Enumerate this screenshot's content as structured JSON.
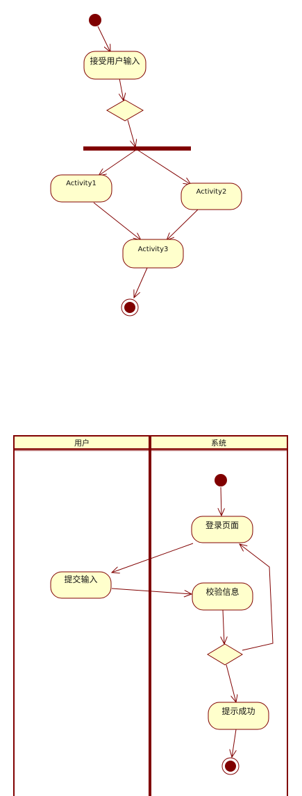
{
  "colors": {
    "line": "#800000",
    "node_fill": "#ffffcc",
    "start_fill": "#800000",
    "lane_header_fill": "#ffffcc"
  },
  "diagram1": {
    "activities": {
      "input": "接受用户输入",
      "a1": "Activity1",
      "a2": "Activity2",
      "a3": "Activity3"
    }
  },
  "diagram2": {
    "lanes": {
      "user": "用户",
      "system": "系统"
    },
    "activities": {
      "login": "登录页面",
      "submit": "提交输入",
      "verify": "校验信息",
      "success": "提示成功"
    }
  }
}
